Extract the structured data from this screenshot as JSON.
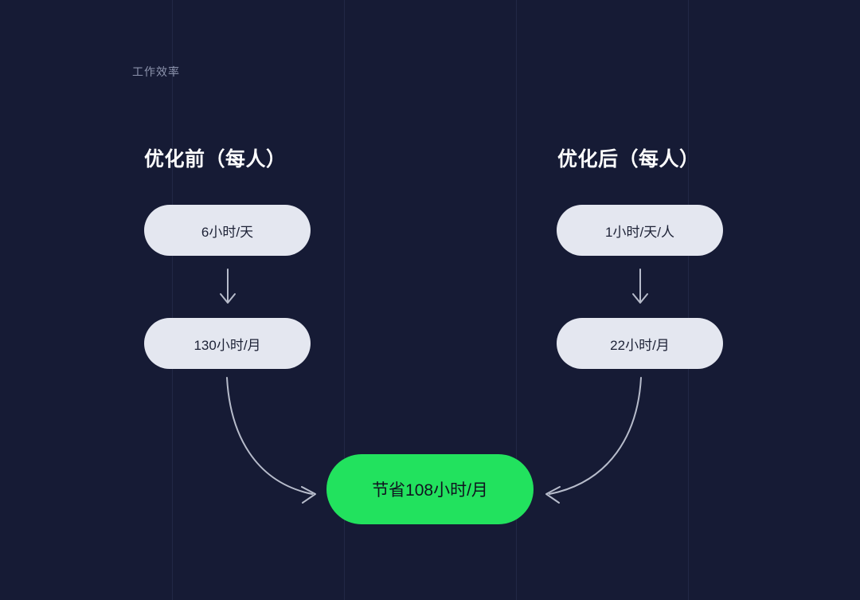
{
  "caption": "工作效率",
  "colors": {
    "background": "#161b35",
    "grid_line": "#222845",
    "pill_light": "#e4e7f0",
    "pill_text_dark": "#1d2236",
    "accent_green": "#22e25e",
    "heading_white": "#ffffff",
    "caption_gray": "#8c93ac",
    "arrow_gray": "#b7bccb"
  },
  "columns": {
    "before": {
      "heading": "优化前（每人）",
      "steps": [
        {
          "label": "6小时/天"
        },
        {
          "label": "130小时/月"
        }
      ]
    },
    "after": {
      "heading": "优化后（每人）",
      "steps": [
        {
          "label": "1小时/天/人"
        },
        {
          "label": "22小时/月"
        }
      ]
    }
  },
  "result": {
    "label": "节省108小时/月"
  },
  "icons": {
    "down_arrow": "arrow-down-icon",
    "curve_left": "curved-arrow-right-icon",
    "curve_right": "curved-arrow-left-icon"
  },
  "chart_data": {
    "type": "diagram",
    "title": "工作效率",
    "nodes": [
      {
        "id": "before-daily",
        "label": "6小时/天",
        "column": "before",
        "value": 6,
        "unit": "小时/天"
      },
      {
        "id": "before-monthly",
        "label": "130小时/月",
        "column": "before",
        "value": 130,
        "unit": "小时/月"
      },
      {
        "id": "after-daily",
        "label": "1小时/天/人",
        "column": "after",
        "value": 1,
        "unit": "小时/天/人"
      },
      {
        "id": "after-monthly",
        "label": "22小时/月",
        "column": "after",
        "value": 22,
        "unit": "小时/月"
      },
      {
        "id": "savings",
        "label": "节省108小时/月",
        "column": "center",
        "value": 108,
        "unit": "小时/月"
      }
    ],
    "edges": [
      {
        "from": "before-daily",
        "to": "before-monthly",
        "style": "straight-down"
      },
      {
        "from": "after-daily",
        "to": "after-monthly",
        "style": "straight-down"
      },
      {
        "from": "before-monthly",
        "to": "savings",
        "style": "curve"
      },
      {
        "from": "after-monthly",
        "to": "savings",
        "style": "curve"
      }
    ]
  }
}
